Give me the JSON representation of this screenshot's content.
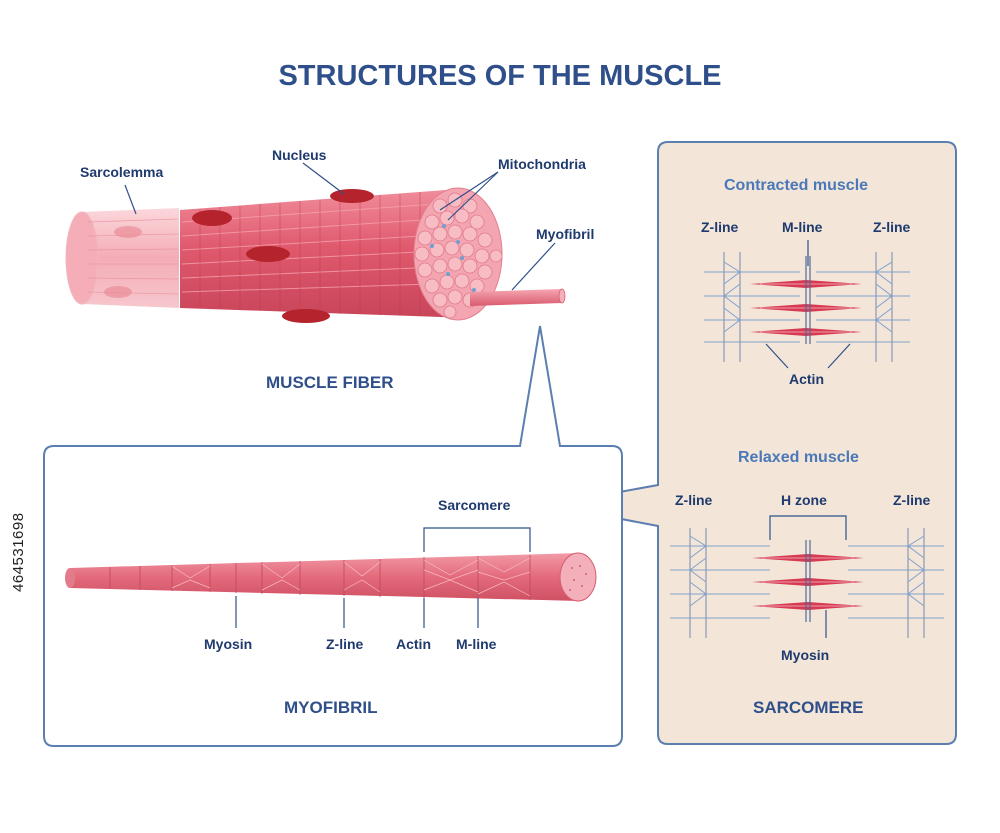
{
  "title": "STRUCTURES OF THE MUSCLE",
  "muscle_fiber": {
    "caption": "MUSCLE FIBER",
    "labels": {
      "sarcolemma": "Sarcolemma",
      "nucleus": "Nucleus",
      "mitochondria": "Mitochondria",
      "myofibril": "Myofibril"
    }
  },
  "myofibril_panel": {
    "caption": "MYOFIBRIL",
    "labels": {
      "sarcomere": "Sarcomere",
      "myosin": "Myosin",
      "zline": "Z-line",
      "actin": "Actin",
      "mline": "M-line"
    }
  },
  "sarcomere_panel": {
    "caption": "SARCOMERE",
    "contracted": {
      "heading": "Contracted muscle",
      "zline_left": "Z-line",
      "mline": "M-line",
      "zline_right": "Z-line",
      "actin": "Actin"
    },
    "relaxed": {
      "heading": "Relaxed muscle",
      "zline_left": "Z-line",
      "hzone": "H zone",
      "zline_right": "Z-line",
      "myosin": "Myosin"
    }
  },
  "stock_id": "464531698",
  "colors": {
    "title": "#2f4f8a",
    "label": "#1f3a6e",
    "subheading": "#4a78b8",
    "frame": "#5a7fb0",
    "panel_fill": "#f3e6d8",
    "muscle": "#e06477",
    "muscle_light": "#f4b4bc",
    "nucleus": "#b5232c"
  }
}
